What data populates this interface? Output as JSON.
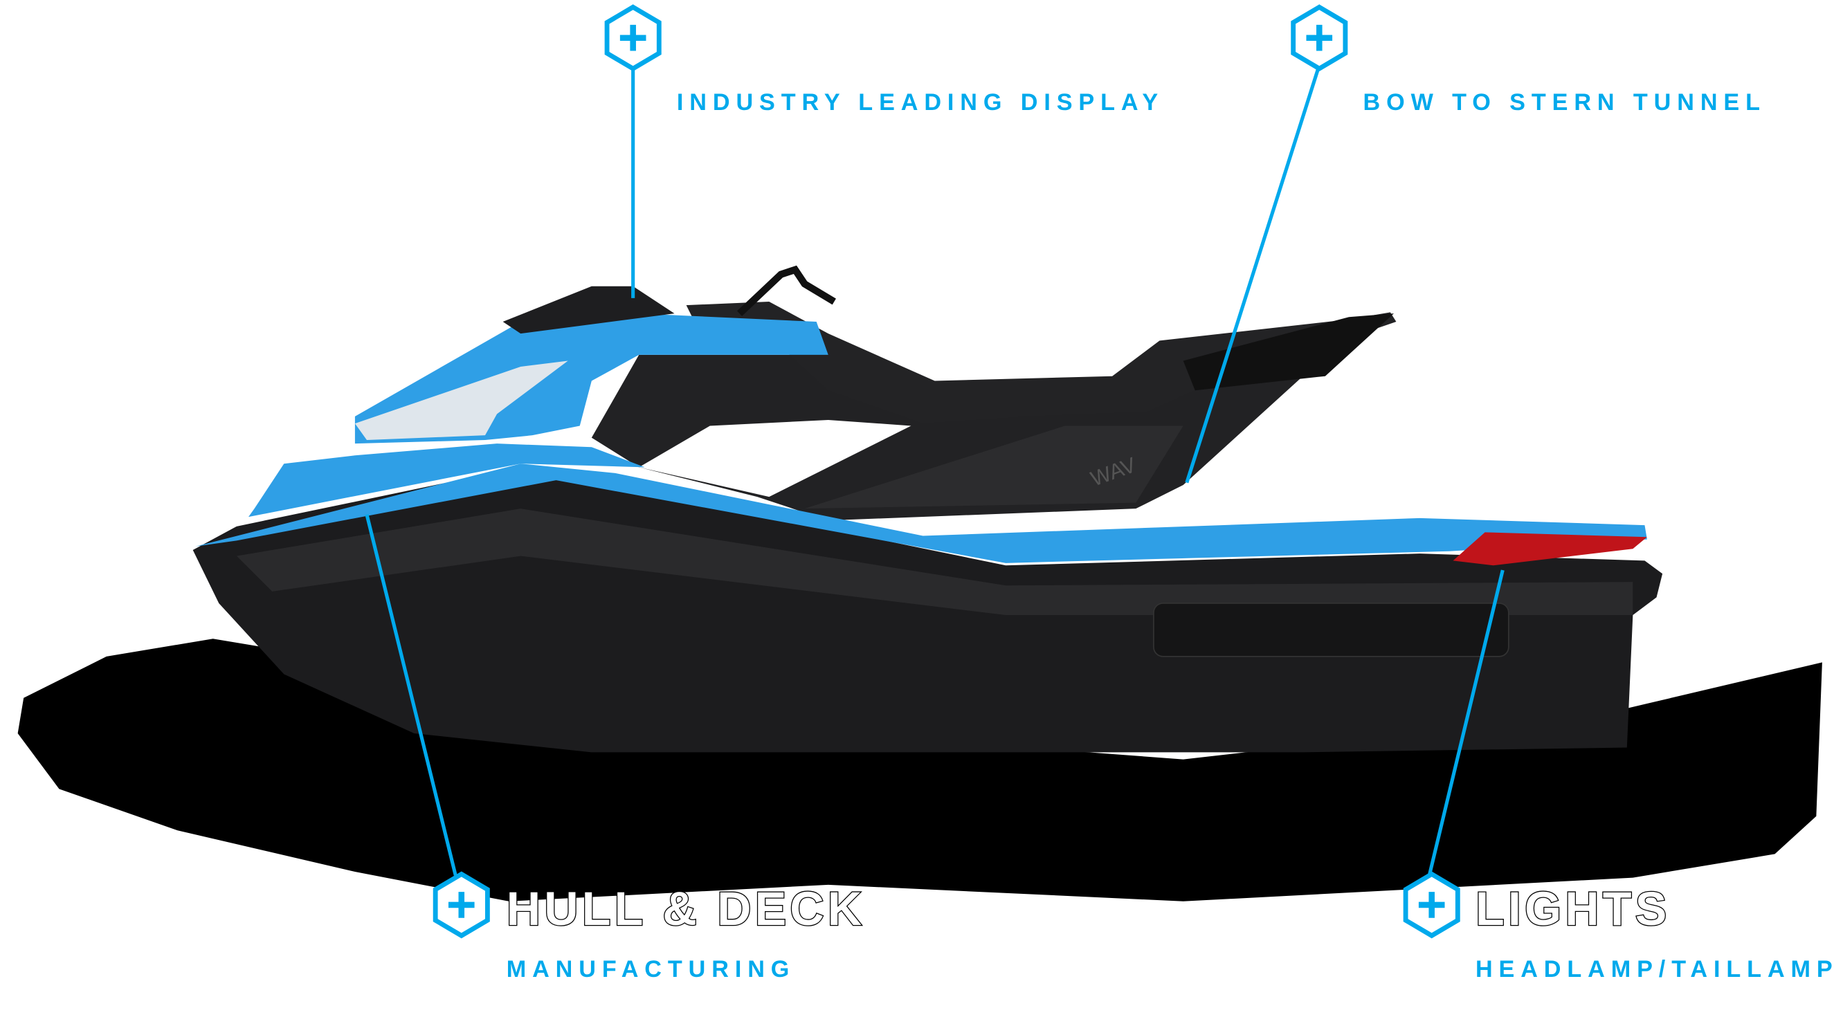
{
  "colors": {
    "accent": "#00a9ec",
    "hull": "#1c1c1e",
    "deck": "#2f9fe6",
    "taillight": "#c0141a"
  },
  "hotspots": [
    {
      "icon": "plus-hexagon-icon",
      "label": "INDUSTRY LEADING DISPLAY"
    },
    {
      "icon": "plus-hexagon-icon",
      "label": "BOW TO STERN TUNNEL"
    },
    {
      "icon": "plus-hexagon-icon",
      "title": "HULL & DECK",
      "label": "MANUFACTURING"
    },
    {
      "icon": "plus-hexagon-icon",
      "title": "LIGHTS",
      "label": "HEADLAMP/TAILLAMP"
    }
  ]
}
